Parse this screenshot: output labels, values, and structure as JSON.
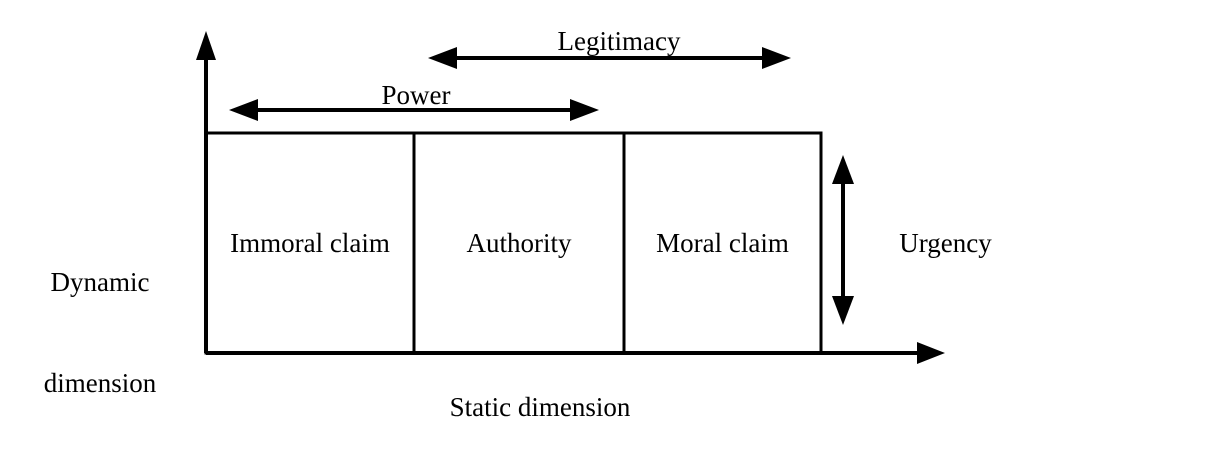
{
  "diagram": {
    "title_text": "",
    "stroke_color": "#000000",
    "background_color": "#ffffff",
    "axes": {
      "y_axis_label": "Dynamic\ndimension",
      "y_axis_label_line1": "Dynamic",
      "y_axis_label_line2": "dimension",
      "x_axis_label": "Static dimension"
    },
    "boxes": [
      {
        "label": "Immoral claim"
      },
      {
        "label": "Authority"
      },
      {
        "label": "Moral claim"
      }
    ],
    "span_arrows": [
      {
        "label": "Power"
      },
      {
        "label": "Legitimacy"
      }
    ],
    "vertical_arrow": {
      "label": "Urgency"
    }
  }
}
